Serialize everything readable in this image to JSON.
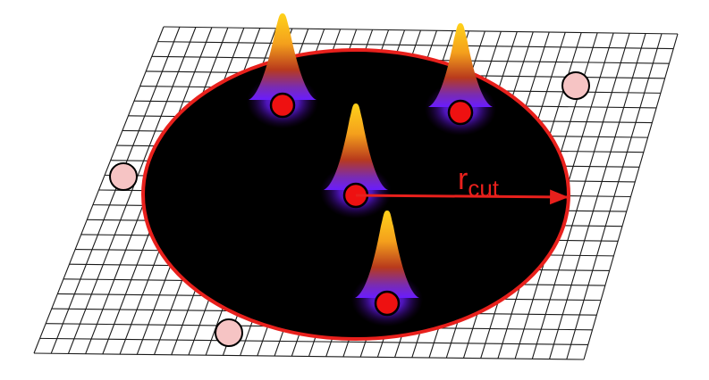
{
  "diagram": {
    "radius_label": {
      "main": "r",
      "subscript": "cut"
    },
    "colors": {
      "background": "#ffffff",
      "grid_line": "#1a1a1a",
      "cutoff_disk": "#000000",
      "cutoff_boundary": "#e8201c",
      "inside_atom": "#ee1111",
      "outside_atom": "#f6c4c4",
      "arrow": "#e8201c",
      "peak_top": "#ffd21a",
      "peak_mid": "#c0401a",
      "peak_base": "#6a1cff"
    },
    "atoms_inside_cutoff": 4,
    "atoms_outside_cutoff": 3
  }
}
